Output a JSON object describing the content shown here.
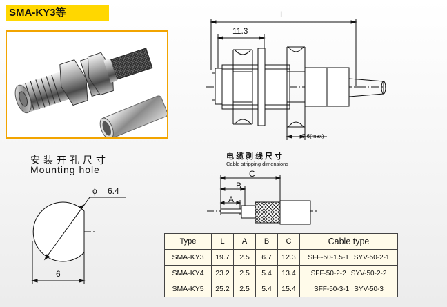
{
  "title": "SMA-KY3等",
  "mounting_hole": {
    "label_zh": "安装开孔尺寸",
    "label_en": "Mounting hole",
    "diameter_label": "6.4",
    "diameter_symbol": "ϕ",
    "width_label": "6"
  },
  "side_drawing": {
    "overall_length_label": "L",
    "thread_length_label": "11.3",
    "max_protrusion_label": "7.6(max)"
  },
  "cable_stripping": {
    "label_zh": "电缆剥线尺寸",
    "label_en": "Cable stripping dimensions",
    "dim_c": "C",
    "dim_b": "B",
    "dim_a": "A"
  },
  "table": {
    "headers": [
      "Type",
      "L",
      "A",
      "B",
      "C",
      "Cable type"
    ],
    "rows": [
      {
        "type": "SMA-KY3",
        "L": "19.7",
        "A": "2.5",
        "B": "6.7",
        "C": "12.3",
        "cable1": "SFF-50-1.5-1",
        "cable2": "SYV-50-2-1"
      },
      {
        "type": "SMA-KY4",
        "L": "23.2",
        "A": "2.5",
        "B": "5.4",
        "C": "13.4",
        "cable1": "SFF-50-2-2",
        "cable2": "SYV-50-2-2"
      },
      {
        "type": "SMA-KY5",
        "L": "25.2",
        "A": "2.5",
        "B": "5.4",
        "C": "15.4",
        "cable1": "SFF-50-3-1",
        "cable2": "SYV-50-3"
      }
    ]
  },
  "colors": {
    "title_bg": "#ffd700",
    "photo_border": "#f2a400",
    "table_bg": "#fffbea"
  }
}
